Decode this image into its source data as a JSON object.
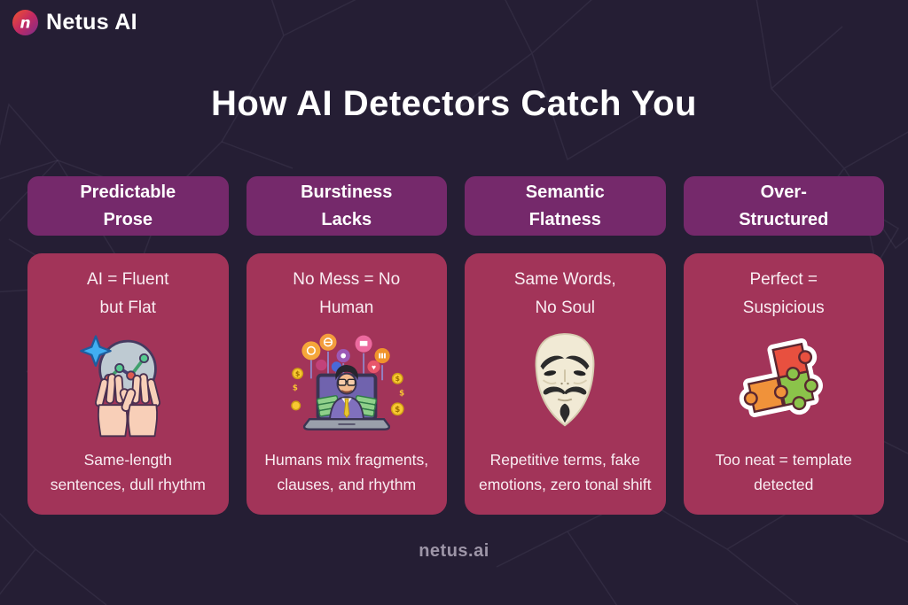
{
  "brand": {
    "logo_text": "Netus AI",
    "logo_icon": "netus-n-gradient-circle-icon",
    "footer_url": "netus.ai"
  },
  "title": "How AI Detectors Catch You",
  "colors": {
    "background": "#251e34",
    "badge": "#75296b",
    "card": "#a23459",
    "title_text": "#ffffff",
    "card_text": "#f9edf2",
    "footer_text": "#9d95a7",
    "logo_gradient": [
      "#f2542d",
      "#c32a62",
      "#7b2d8b"
    ]
  },
  "columns": [
    {
      "id": "predictable-prose",
      "header_line1": "Predictable",
      "header_line2": "Prose",
      "top_line1": "AI = Fluent",
      "top_line2": "but Flat",
      "icon": "hands-crystal-ball-chart-icon",
      "bottom_line1": "Same-length",
      "bottom_line2": "sentences, dull rhythm"
    },
    {
      "id": "burstiness-lacks",
      "header_line1": "Burstiness",
      "header_line2": "Lacks",
      "top_line1": "No Mess = No",
      "top_line2": "Human",
      "icon": "money-man-laptop-icon",
      "bottom_line1": "Humans mix fragments,",
      "bottom_line2": "clauses, and rhythm"
    },
    {
      "id": "semantic-flatness",
      "header_line1": "Semantic",
      "header_line2": "Flatness",
      "top_line1": "Same Words,",
      "top_line2": "No Soul",
      "icon": "anonymous-mask-icon",
      "bottom_line1": "Repetitive terms, fake",
      "bottom_line2": "emotions, zero tonal shift"
    },
    {
      "id": "over-structured",
      "header_line1": "Over-",
      "header_line2": "Structured",
      "top_line1": "Perfect =",
      "top_line2": "Suspicious",
      "icon": "puzzle-pieces-icon",
      "bottom_line1": "Too neat = template",
      "bottom_line2": "detected"
    }
  ]
}
